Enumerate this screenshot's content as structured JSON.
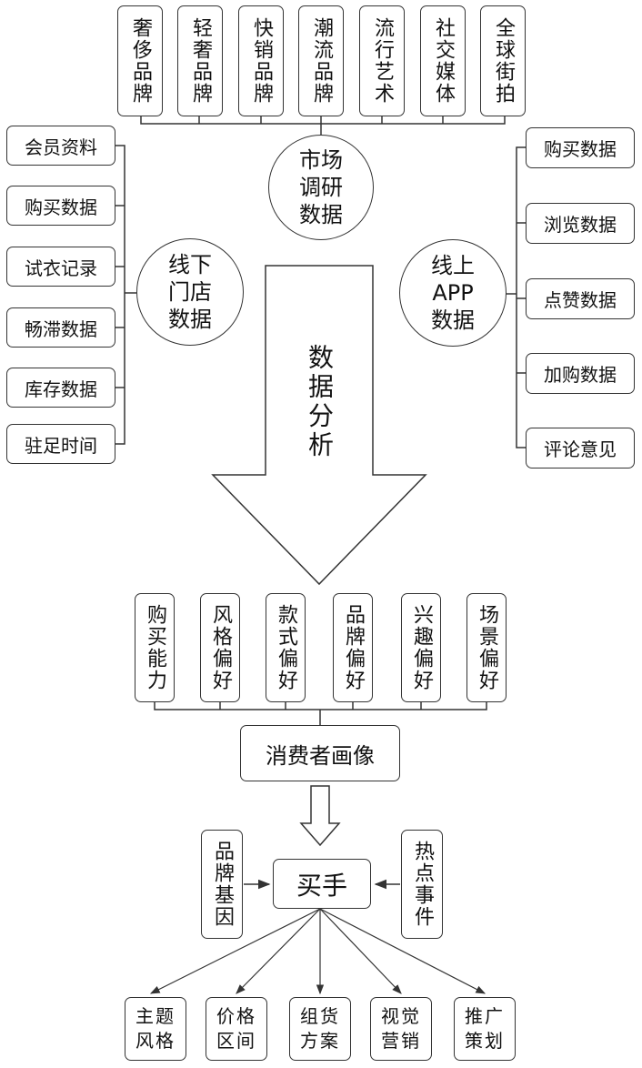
{
  "market": {
    "center": "市场\n调研\n数据",
    "sources": [
      "奢侈品牌",
      "轻奢品牌",
      "快销品牌",
      "潮流品牌",
      "流行艺术",
      "社交媒体",
      "全球街拍"
    ]
  },
  "offline": {
    "center": "线下\n门店\n数据",
    "items": [
      "会员资料",
      "购买数据",
      "试衣记录",
      "畅滞数据",
      "库存数据",
      "驻足时间"
    ]
  },
  "online": {
    "center": "线上\nAPP\n数据",
    "items": [
      "购买数据",
      "浏览数据",
      "点赞数据",
      "加购数据",
      "评论意见"
    ]
  },
  "analysis": {
    "label": "数据分析"
  },
  "attributes": [
    "购买能力",
    "风格偏好",
    "款式偏好",
    "品牌偏好",
    "兴趣偏好",
    "场景偏好"
  ],
  "portrait": {
    "label": "消费者画像"
  },
  "buyer": {
    "label": "买手"
  },
  "inputs": {
    "left": "品牌基因",
    "right": "热点事件"
  },
  "outputs": [
    "主题风格",
    "价格区间",
    "组货方案",
    "视觉营销",
    "推广策划"
  ]
}
